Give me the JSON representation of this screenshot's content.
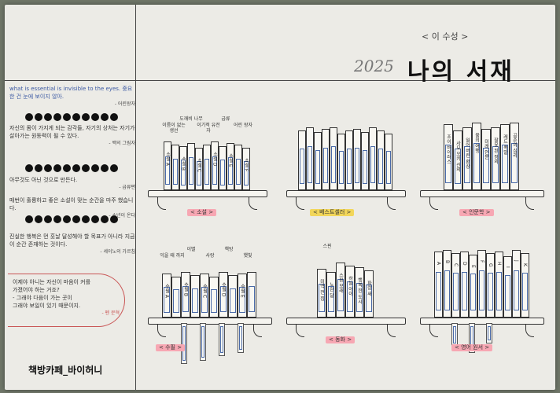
{
  "header": {
    "subtitle": "< 이 수성 >",
    "year": "2025",
    "title": "나의 서재"
  },
  "quotes": [
    {
      "text": "what is essential is invisible to the eyes. 중요한 건 눈에 보이지 않아.",
      "author": "- 어린왕자"
    },
    {
      "text": "자신의 몸이 가지게 되는 감각들, 자기의 상처는 자기가 살아가는 원동력이 될 수 있다.",
      "author": "- 백의 그림자"
    },
    {
      "text": "아무것도 아닌 것으로 만든다.",
      "author": "- 급류편"
    },
    {
      "text": "매번이 훌륭하고 좋은 소설이 맞는 순간을 마주 했습니다.",
      "author": "- 소년이 온다"
    },
    {
      "text": "진실한 행복은 먼 훗날 달성해야 할 목표가 아니라 지금 이 순간 존재하는 것이다.",
      "author": "- 세이노의 가르침"
    }
  ],
  "circle_quote": {
    "lines": [
      "이제야 아니는 자신이 마음이 커를",
      "가졌어야 하는 거죠?",
      "- 그래야 다음이 가는 곳이",
      "그래야 보일이 있기 때문이지."
    ],
    "author": "- 펜 문혁"
  },
  "footer": {
    "brand": "책방카페_바이허니"
  },
  "shelves": [
    {
      "tag": "< 소설 >",
      "tag_color": "#f7a7b3",
      "annotations": [
        "이름이 없는 생선",
        "도깨비 나무",
        "이기적 유전자",
        "급류",
        "어린 왕자"
      ],
      "books": [
        {
          "title": "소설 A",
          "h": 62
        },
        {
          "title": "",
          "h": 58
        },
        {
          "title": "소설 B",
          "h": 56
        },
        {
          "title": "",
          "h": 60
        },
        {
          "title": "소설 C",
          "h": 54
        },
        {
          "title": "",
          "h": 58
        },
        {
          "title": "소설 D",
          "h": 62
        },
        {
          "title": "",
          "h": 56
        },
        {
          "title": "소설 E",
          "h": 60
        },
        {
          "title": "",
          "h": 58
        },
        {
          "title": "소설 F",
          "h": 54
        }
      ],
      "markers": []
    },
    {
      "tag": "< 베스트셀러 >",
      "tag_color": "#f2d65a",
      "annotations": [],
      "books": [
        {
          "title": "",
          "h": 76
        },
        {
          "title": "",
          "h": 80
        },
        {
          "title": "",
          "h": 74
        },
        {
          "title": "",
          "h": 78
        },
        {
          "title": "",
          "h": 80
        },
        {
          "title": "",
          "h": 72
        },
        {
          "title": "",
          "h": 76
        },
        {
          "title": "",
          "h": 78
        },
        {
          "title": "",
          "h": 74
        },
        {
          "title": "",
          "h": 80
        },
        {
          "title": "",
          "h": 76
        },
        {
          "title": "",
          "h": 72
        }
      ],
      "markers": []
    },
    {
      "tag": "< 인문학 >",
      "tag_color": "#f7a7b3",
      "annotations": [],
      "books": [
        {
          "title": "조이 바이러스",
          "h": 84
        },
        {
          "title": "사모 오키 신의",
          "h": 76
        },
        {
          "title": "잃어 버린 환상",
          "h": 80
        },
        {
          "title": "물의 여행",
          "h": 86
        },
        {
          "title": "미래 인문",
          "h": 78
        },
        {
          "title": "잘못 된 정의",
          "h": 80
        },
        {
          "title": "레드 폭발",
          "h": 84
        },
        {
          "title": "공존의 심리",
          "h": 86
        }
      ],
      "markers": []
    },
    {
      "tag": "< 수필 >",
      "tag_color": "#f7a7b3",
      "annotations": [
        "익을 때 까지",
        "이별",
        "사랑",
        "책방",
        "햇빛"
      ],
      "books": [
        {
          "title": "수필 A",
          "h": 56
        },
        {
          "title": "",
          "h": 52
        },
        {
          "title": "수필 B",
          "h": 58
        },
        {
          "title": "",
          "h": 54
        },
        {
          "title": "수필 C",
          "h": 56
        },
        {
          "title": "",
          "h": 52
        },
        {
          "title": "수필 D",
          "h": 58
        },
        {
          "title": "",
          "h": 54
        },
        {
          "title": "수필 E",
          "h": 56
        },
        {
          "title": "",
          "h": 58
        }
      ],
      "markers": [
        {
          "h": 52
        },
        {
          "h": 48
        },
        {
          "h": 42
        },
        {
          "h": 38
        }
      ]
    },
    {
      "tag": "< 동화 >",
      "tag_color": "#f7a7b3",
      "annotations": [
        "스핀"
      ],
      "books": [
        {
          "title": "미역 전 집",
          "h": 62
        },
        {
          "title": "노란 달",
          "h": 58
        },
        {
          "title": "스핀 모래",
          "h": 70
        },
        {
          "title": "하늘 아이",
          "h": 66
        },
        {
          "title": "행복 한 도시",
          "h": 64
        },
        {
          "title": "파랑 새",
          "h": 60
        }
      ],
      "markers": []
    },
    {
      "tag": "< 영어 원서 >",
      "tag_color": "#f7a7b3",
      "annotations": [],
      "books": [
        {
          "title": "A",
          "h": 84
        },
        {
          "title": "B",
          "h": 86
        },
        {
          "title": "C",
          "h": 82
        },
        {
          "title": "D",
          "h": 84
        },
        {
          "title": "E",
          "h": 80
        },
        {
          "title": "F",
          "h": 86
        },
        {
          "title": "G",
          "h": 82
        },
        {
          "title": "H",
          "h": 84
        },
        {
          "title": "I",
          "h": 78
        },
        {
          "title": "J",
          "h": 86
        },
        {
          "title": "K",
          "h": 82
        }
      ],
      "markers": [
        {
          "h": 30
        },
        {
          "h": 38
        },
        {
          "h": 26
        }
      ]
    }
  ]
}
